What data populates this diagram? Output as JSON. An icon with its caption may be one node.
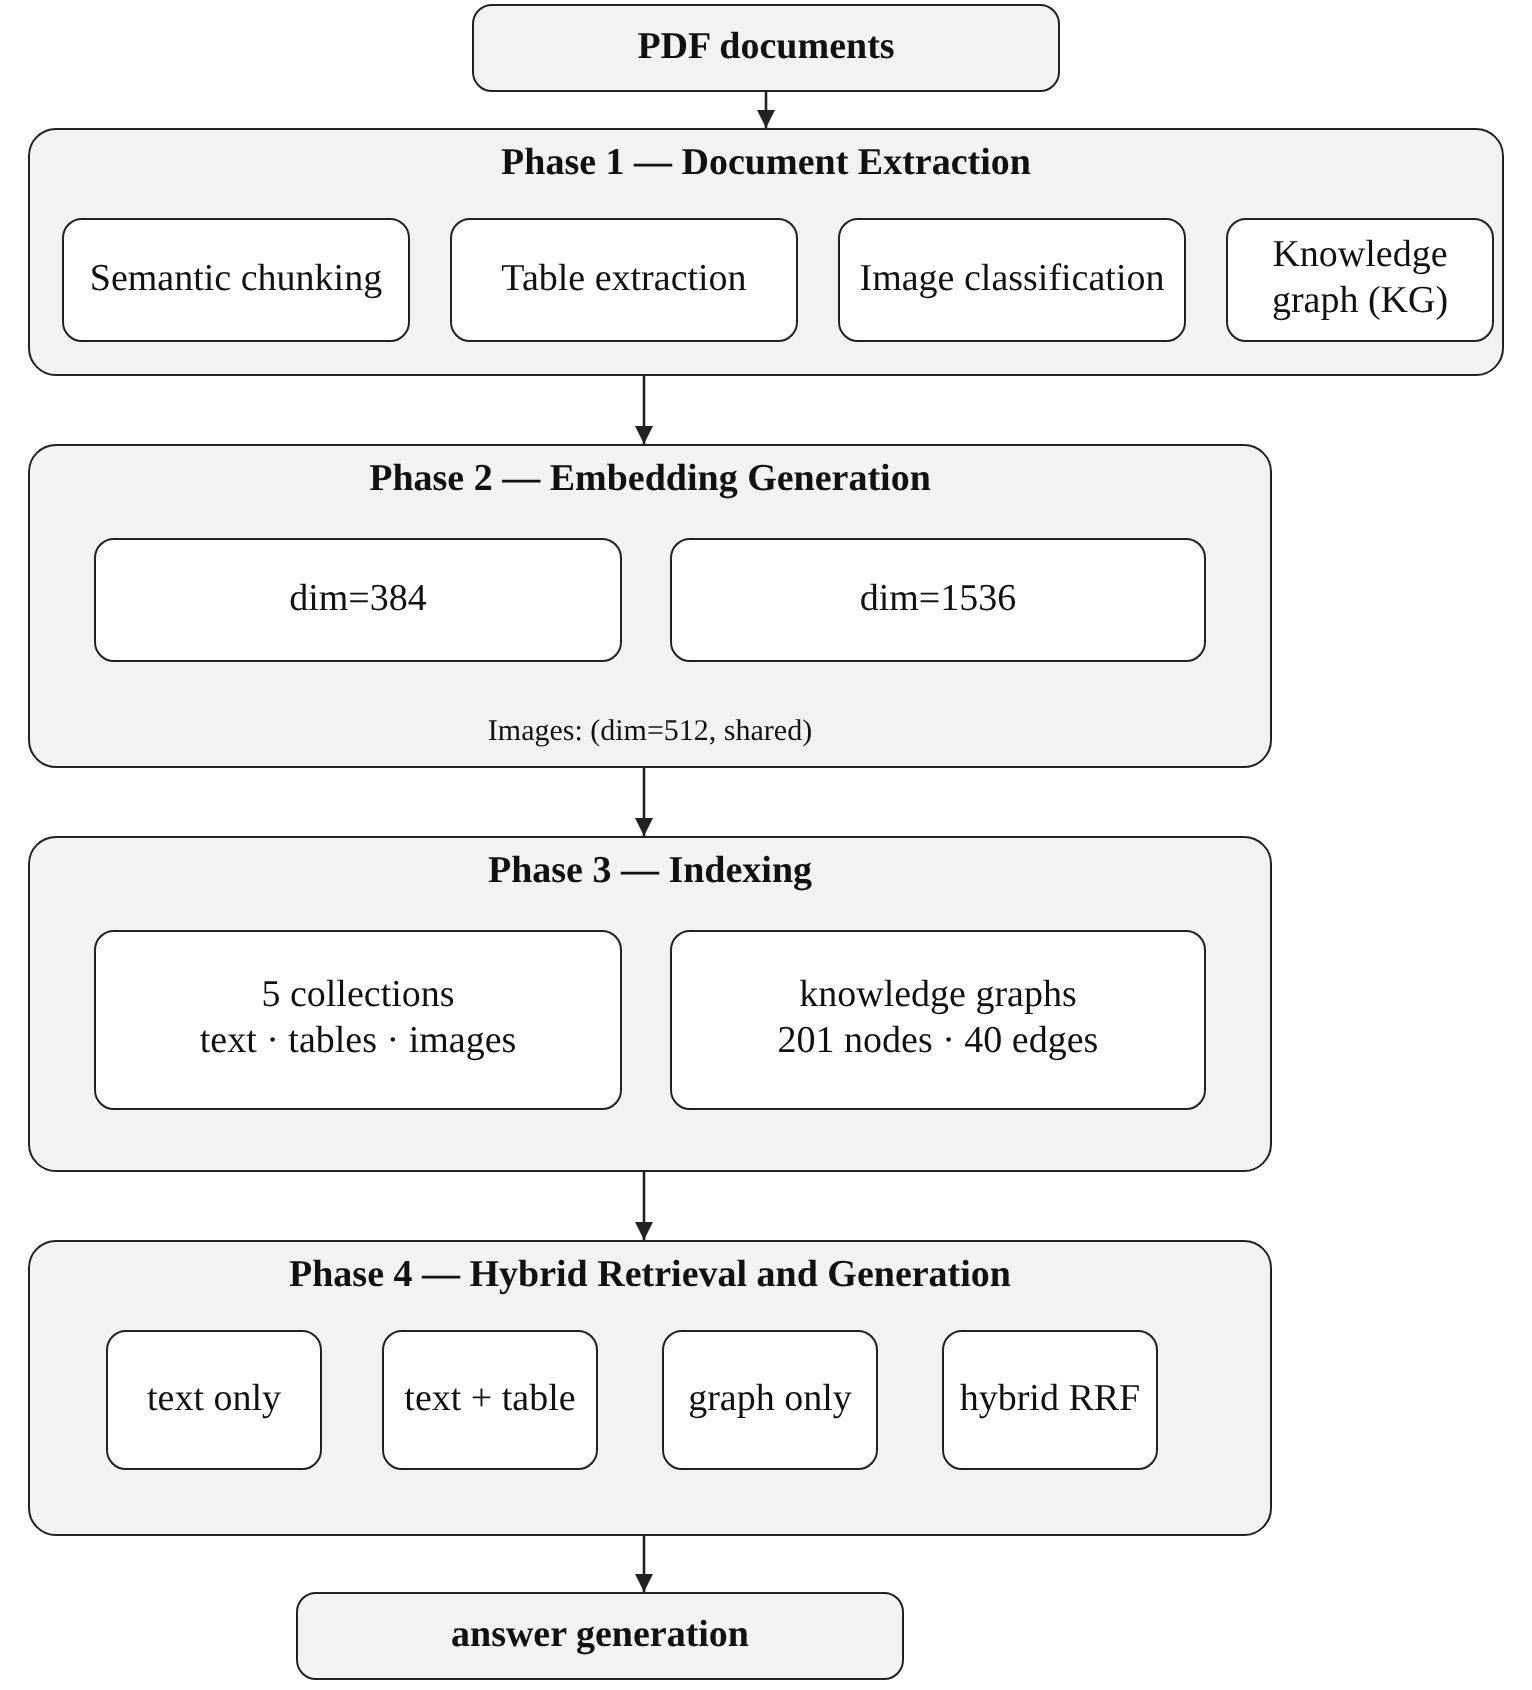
{
  "diagram": {
    "nodes": [
      {
        "text": [
          "PDF documents"
        ]
      },
      {
        "text": [
          "Phase 1 — Document Extraction"
        ]
      },
      {
        "text": [
          "Semantic chunking"
        ],
        "in": 1
      },
      {
        "text": [
          "Table extraction"
        ],
        "in": 1
      },
      {
        "text": [
          "Image classification"
        ],
        "in": 1
      },
      {
        "text": [
          "Knowledge graph (KG)"
        ],
        "in": 1
      },
      {
        "text": [
          "Phase 2 — Embedding Generation",
          "Images: (dim=512, shared)"
        ]
      },
      {
        "text": [
          "dim=384"
        ],
        "in": 6
      },
      {
        "text": [
          "dim=1536"
        ],
        "in": 6
      },
      {
        "text": [
          "Phase 3 — Indexing"
        ]
      },
      {
        "text": [
          "5 collections",
          "text · tables · images"
        ],
        "in": 9
      },
      {
        "text": [
          "knowledge graphs",
          "201 nodes · 40 edges"
        ],
        "in": 9
      },
      {
        "text": [
          "Phase 4 — Hybrid Retrieval and Generation"
        ]
      },
      {
        "text": [
          "text only"
        ],
        "in": 12
      },
      {
        "text": [
          "text + table"
        ],
        "in": 12
      },
      {
        "text": [
          "graph only"
        ],
        "in": 12
      },
      {
        "text": [
          "hybrid RRF"
        ],
        "in": 12
      },
      {
        "text": [
          "answer generation"
        ]
      }
    ],
    "edges": [
      {
        "from": 0,
        "to": 1,
        "arrow": "to"
      },
      {
        "from": 1,
        "to": 6,
        "arrow": "to"
      },
      {
        "from": 6,
        "to": 9,
        "arrow": "to"
      },
      {
        "from": 9,
        "to": 12,
        "arrow": "to"
      },
      {
        "from": 12,
        "to": 17,
        "arrow": "to"
      }
    ]
  }
}
